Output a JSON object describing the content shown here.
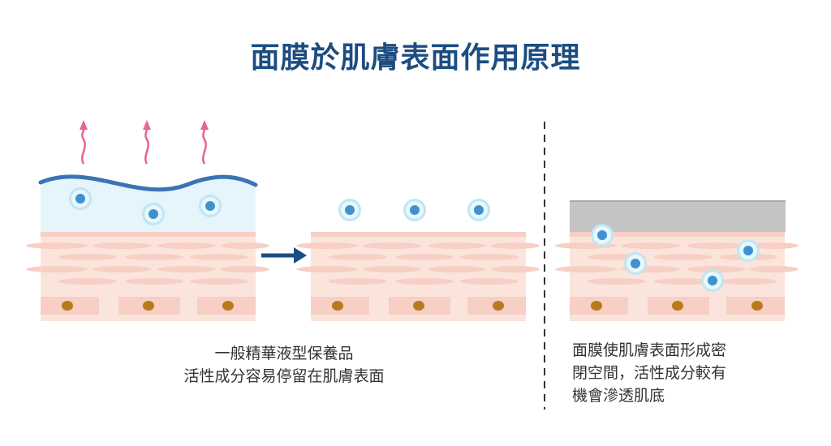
{
  "title": "面膜於肌膚表面作用原理",
  "captions": {
    "left": [
      "一般精華液型保養品",
      "活性成分容易停留在肌膚表面"
    ],
    "right": [
      "面膜使肌膚表面形成密",
      "閉空間，活性成分較有",
      "機會滲透肌底"
    ]
  },
  "colors": {
    "title": "#1c4d82",
    "arrow": "#1c4d82",
    "evaporation": "#e8658e",
    "serum_fill": "#e6f4fb",
    "serum_line": "#3a74b3",
    "particle": "#3f92cf",
    "particle_halo": "#bfe6f4",
    "skin": "#fbe4dc",
    "skin_cell": "#f7cfc4",
    "dot": "#b87a1c",
    "mask": "#c4c4c4",
    "divider": "#333333"
  }
}
